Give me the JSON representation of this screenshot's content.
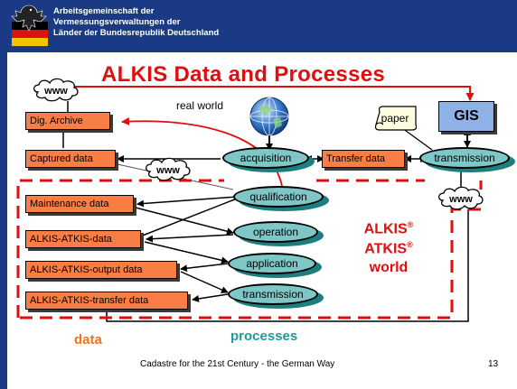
{
  "header": {
    "org_lines": [
      "Arbeitsgemeinschaft der",
      "Vermessungsverwaltungen der",
      "Länder der Bundesrepublik Deutschland"
    ]
  },
  "title": "ALKIS Data and Processes",
  "real_world": "real world",
  "www_label": "www",
  "paper_label": "paper",
  "gis_label": "GIS",
  "top_boxes": {
    "dig_archive": "Dig. Archive",
    "captured_data": "Captured data",
    "transfer_data": "Transfer data"
  },
  "top_processes": {
    "acquisition": "acquisition",
    "transmission": "transmission"
  },
  "data_boxes": [
    "Maintenance data",
    "ALKIS-ATKIS-data",
    "ALKIS-ATKIS-output data",
    "ALKIS-ATKIS-transfer data"
  ],
  "process_ovals": [
    "qualification",
    "operation",
    "application",
    "transmission"
  ],
  "alkis_world": {
    "line1": "ALKIS",
    "line2": "ATKIS",
    "line3": "world",
    "registered": "®"
  },
  "labels": {
    "data": "data",
    "processes": "processes"
  },
  "footer": {
    "text": "Cadastre for the 21st Century  - the German Way",
    "page": "13"
  },
  "colors": {
    "header_blue": "#1b3a86",
    "title_red": "#e10e0e",
    "box_orange": "#f97e45",
    "oval_teal": "#7fc6c6",
    "gis_blue": "#8fb2e6"
  }
}
